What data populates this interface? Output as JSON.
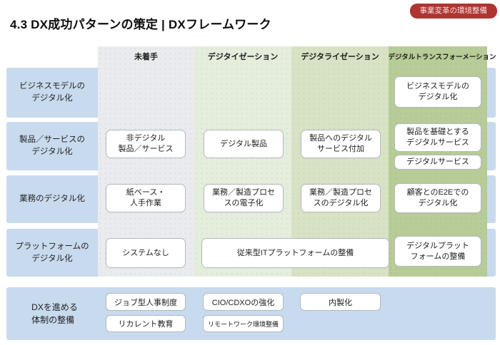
{
  "page_title": "4.3 DX成功パターンの策定 | DXフレームワーク",
  "badge": "事業変革の環境整備",
  "matrix": {
    "columns": [
      {
        "label": "未着手",
        "color": "#e9ebee"
      },
      {
        "label": "デジタイゼーション",
        "color": "#e5eddc"
      },
      {
        "label": "デジタライゼーション",
        "color": "#d8e2c4"
      },
      {
        "label": "デジタルトランスフォーメーション",
        "color": "#b7cc96"
      }
    ],
    "row_headers": [
      "ビジネスモデルの\nデジタル化",
      "製品／サービスの\nデジタル化",
      "業務のデジタル化",
      "プラットフォームの\nデジタル化"
    ],
    "cells": {
      "r1c4": "ビジネスモデルの\nデジタル化",
      "r2c1": "非デジタル\n製品／サービス",
      "r2c2": "デジタル製品",
      "r2c3": "製品へのデジタル\nサービス付加",
      "r2c4a": "製品を基礎とする\nデジタルサービス",
      "r2c4b": "デジタルサービス",
      "r3c1": "紙ベース・\n人手作業",
      "r3c2": "業務／製造プロセ\nスの電子化",
      "r3c3": "業務／製造プロセ\nスのデジタル化",
      "r3c4": "顧客とのE2Eでの\nデジタル化",
      "r4c1": "システムなし",
      "r4c23": "従来型ITプラットフォームの整備",
      "r4c4": "デジタルプラット\nフォームの整備"
    }
  },
  "bottom": {
    "label": "DXを進める\n体制の整備",
    "items": {
      "job": "ジョブ型人事制度",
      "recurrent": "リカレント教育",
      "cio": "CIO/CDXOの強化",
      "remote": "リモートワーク環境整備",
      "insourcing": "内製化"
    }
  },
  "colors": {
    "badge_bg": "#ae3531",
    "row_band": "#c8daee",
    "col_untouched": "#e9ebee",
    "col_digitization": "#e5eddc",
    "col_digitalization": "#d8e2c4",
    "col_dx": "#b7cc96",
    "box_border": "#b2b9c0"
  }
}
